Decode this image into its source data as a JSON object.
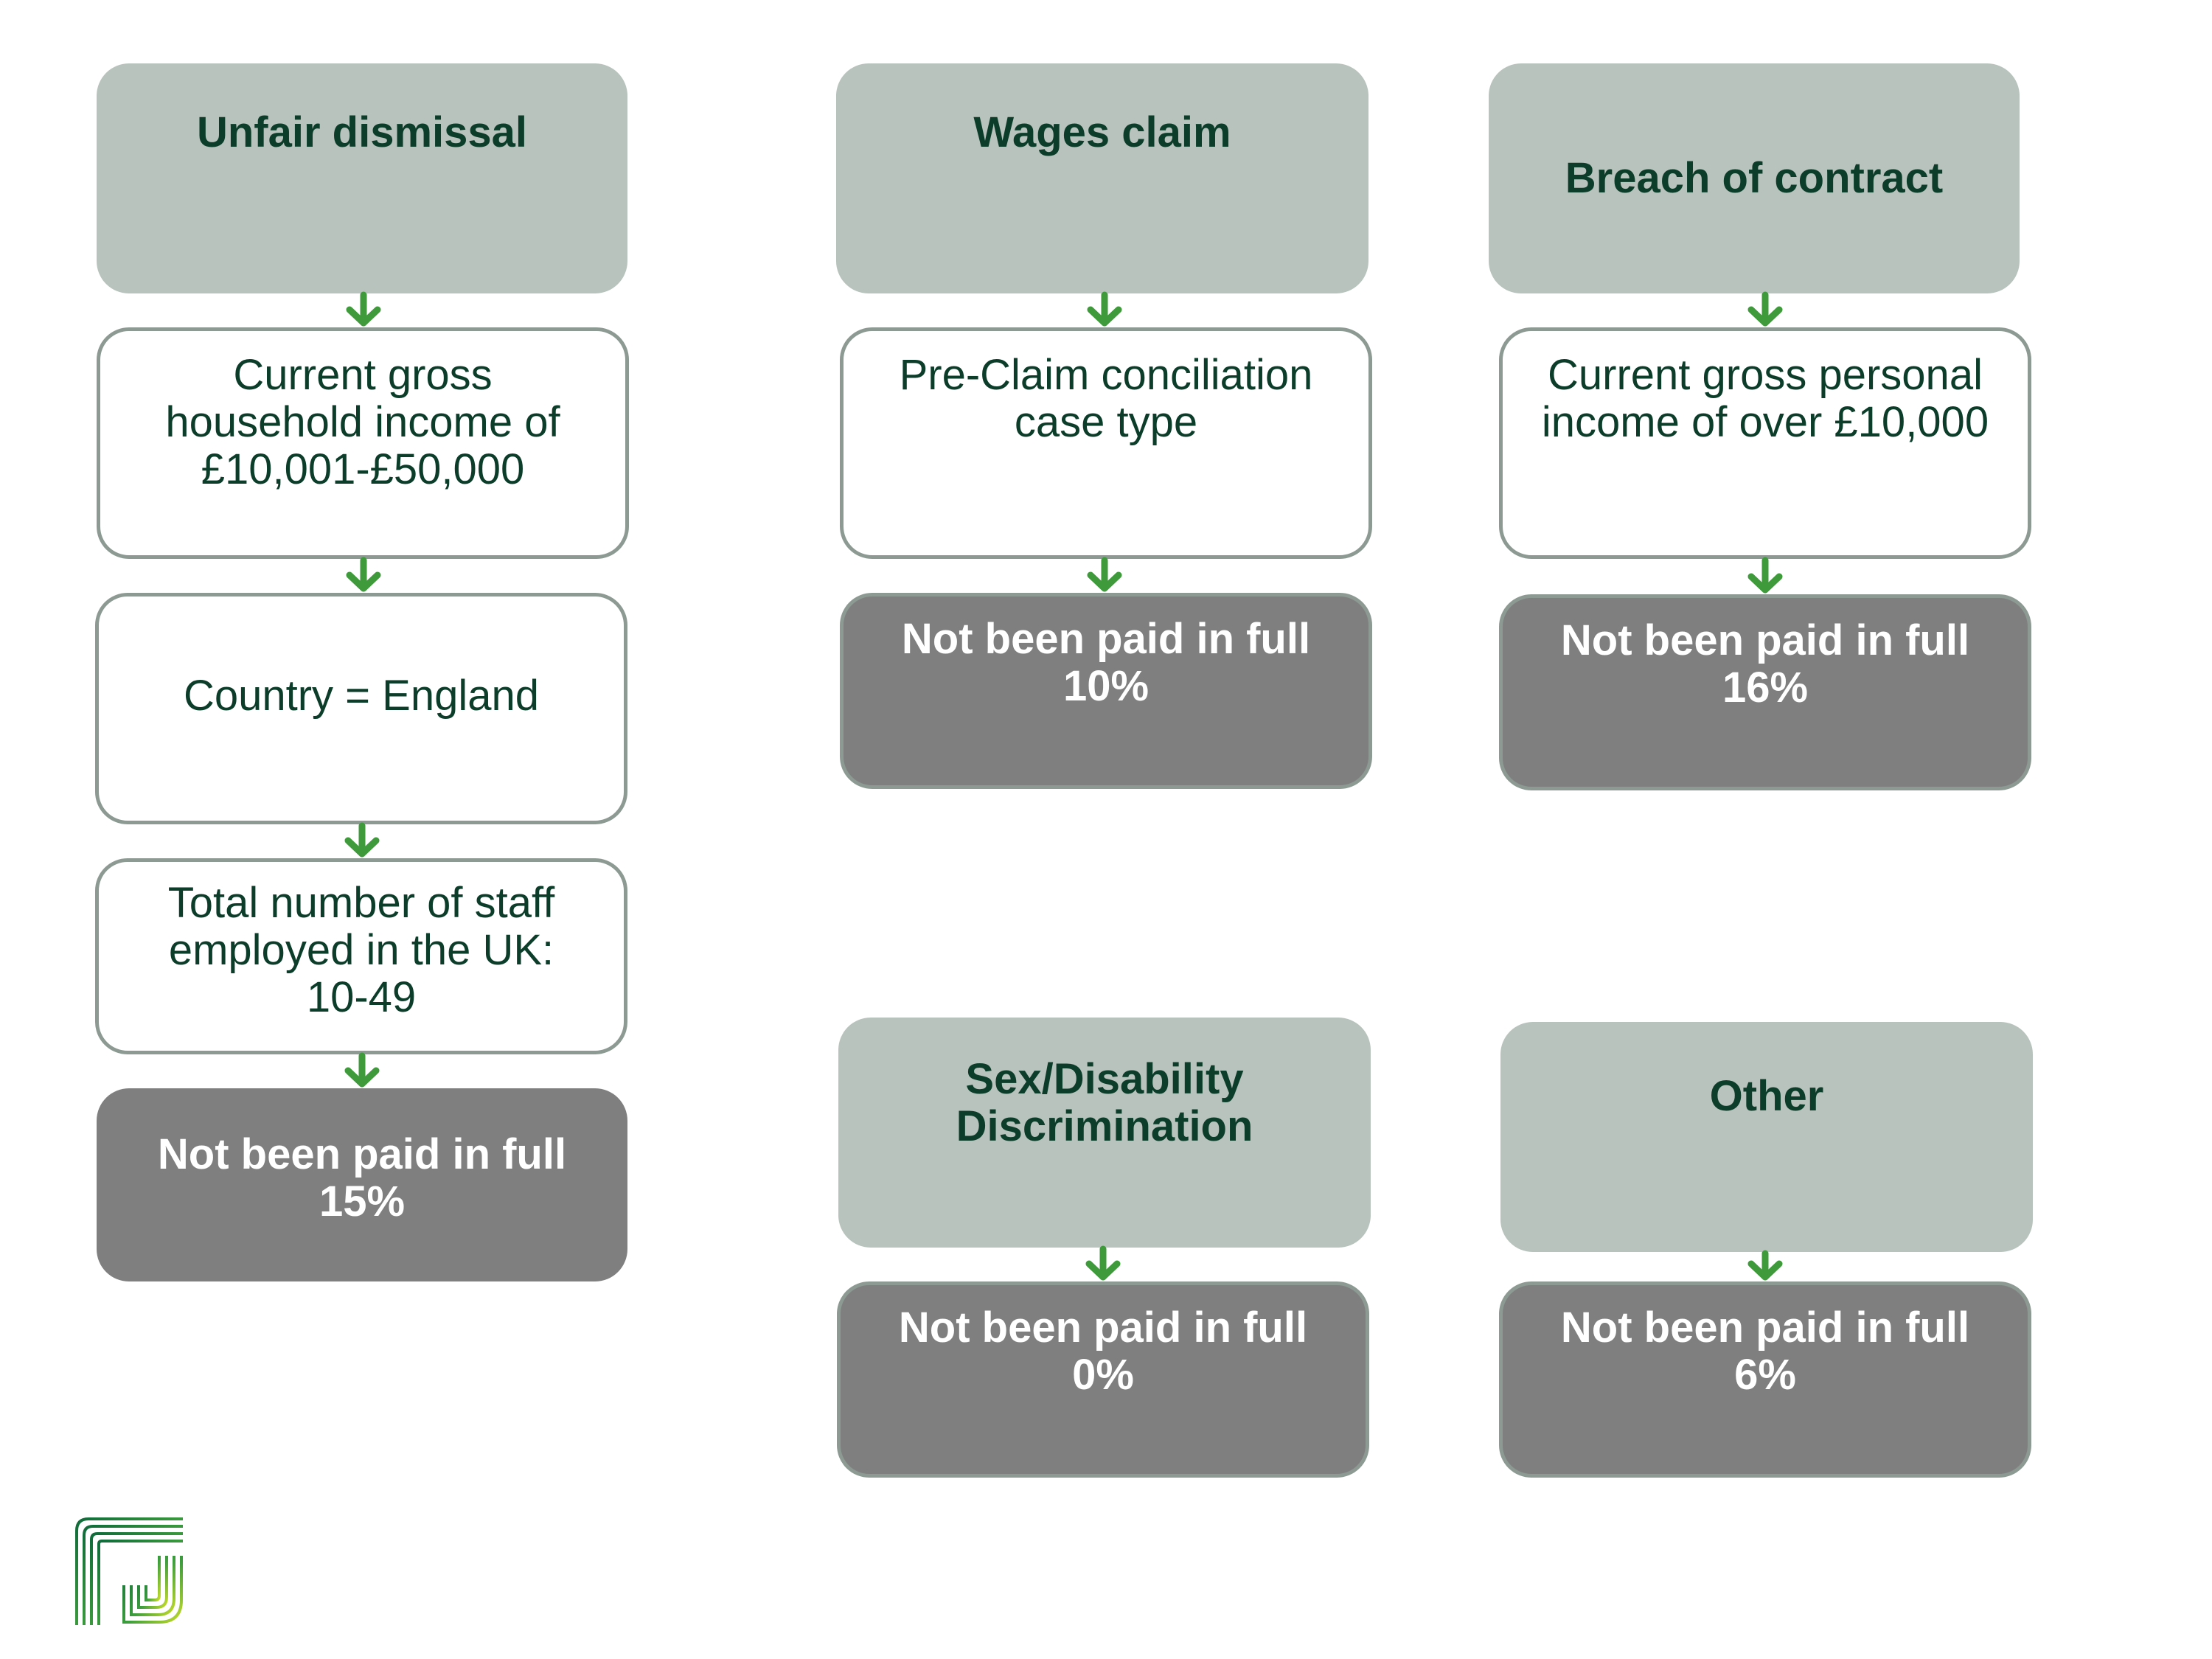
{
  "columns": [
    {
      "header": "Unfair dismissal",
      "conditions": [
        "Current gross household income of £10,001-£50,000",
        "Country = England",
        "Total number of staff employed in the UK: 10-49"
      ],
      "result": {
        "label": "Not been paid in full",
        "value": "15%"
      }
    },
    {
      "header": "Wages claim",
      "conditions": [
        "Pre-Claim conciliation case type"
      ],
      "result": {
        "label": "Not been paid in full",
        "value": "10%"
      }
    },
    {
      "header": "Breach of contract",
      "conditions": [
        "Current gross personal income of over £10,000"
      ],
      "result": {
        "label": "Not been paid in full",
        "value": "16%"
      }
    },
    {
      "header": "Sex/Disability Discrimination",
      "conditions": [],
      "result": {
        "label": "Not been paid in full",
        "value": "0%"
      }
    },
    {
      "header": "Other",
      "conditions": [],
      "result": {
        "label": "Not been paid in full",
        "value": "6%"
      }
    }
  ],
  "colors": {
    "header_fill": "#b8c3bd",
    "header_text": "#0c3d2a",
    "condition_border": "#8c9a93",
    "result_fill": "#7f7f7f",
    "arrow": "#3e9a3a"
  },
  "logo": {
    "icon": "fj-logo-icon"
  }
}
